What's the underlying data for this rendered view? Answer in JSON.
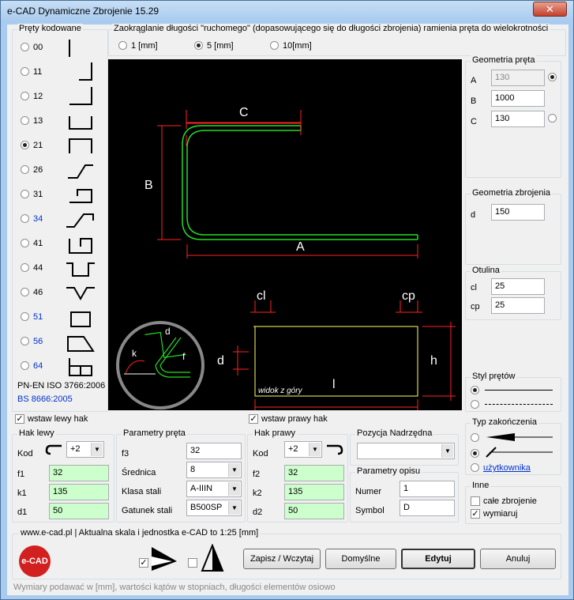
{
  "window": {
    "title": "e-CAD Dynamiczne Zbrojenie 15.29",
    "close": "✕"
  },
  "prety": {
    "title": "Pręty kodowane",
    "items": [
      {
        "code": "00",
        "sel": false,
        "blue": false
      },
      {
        "code": "11",
        "sel": false,
        "blue": false
      },
      {
        "code": "12",
        "sel": false,
        "blue": false
      },
      {
        "code": "13",
        "sel": false,
        "blue": false
      },
      {
        "code": "21",
        "sel": true,
        "blue": false
      },
      {
        "code": "26",
        "sel": false,
        "blue": false
      },
      {
        "code": "31",
        "sel": false,
        "blue": false
      },
      {
        "code": "34",
        "sel": false,
        "blue": true
      },
      {
        "code": "41",
        "sel": false,
        "blue": false
      },
      {
        "code": "44",
        "sel": false,
        "blue": false
      },
      {
        "code": "46",
        "sel": false,
        "blue": false
      },
      {
        "code": "51",
        "sel": false,
        "blue": true
      },
      {
        "code": "56",
        "sel": false,
        "blue": true
      },
      {
        "code": "64",
        "sel": false,
        "blue": true
      }
    ],
    "norm1": "PN-EN ISO 3766:2006",
    "norm2": "BS 8666:2005"
  },
  "zaokraglanie": {
    "title": "Zaokrąglanie długości \"ruchomego\" (dopasowującego się do długości zbrojenia) ramienia pręta do wielokrotności",
    "options": [
      "1 [mm]",
      "5 [mm]",
      "10[mm]"
    ],
    "selected": 1
  },
  "drawing": {
    "label_a": "A",
    "label_b": "B",
    "label_c": "C",
    "label_cl": "cl",
    "label_cp": "cp",
    "label_d": "d",
    "label_h": "h",
    "label_l": "l",
    "widok": "widok z góry",
    "detail_d": "d",
    "detail_k": "k",
    "detail_f": "f"
  },
  "geometria_preta": {
    "title": "Geometria pręta",
    "a_label": "A",
    "a_value": "130",
    "b_label": "B",
    "b_value": "1000",
    "c_label": "C",
    "c_value": "130"
  },
  "geometria_zbrojenia": {
    "title": "Geometria zbrojenia",
    "d_label": "d",
    "d_value": "150"
  },
  "otulina": {
    "title": "Otulina",
    "cl_label": "cl",
    "cl_value": "25",
    "cp_label": "cp",
    "cp_value": "25"
  },
  "styl": {
    "title": "Styl prętów"
  },
  "typ": {
    "title": "Typ zakończenia",
    "user_label": "użytkownika"
  },
  "inne": {
    "title": "Inne",
    "cale": "całe zbrojenie",
    "wymiaruj": "wymiaruj"
  },
  "hak_lewy": {
    "check": "wstaw lewy hak",
    "title": "Hak lewy",
    "kod_label": "Kod",
    "kod_value": "+2",
    "f_label": "f1",
    "f_value": "32",
    "k_label": "k1",
    "k_value": "135",
    "d_label": "d1",
    "d_value": "50"
  },
  "parametry_preta": {
    "title": "Parametry pręta",
    "f3_label": "f3",
    "f3_value": "32",
    "srednica_label": "Średnica",
    "srednica_value": "8",
    "klasa_label": "Klasa stali",
    "klasa_value": "A-IIIN",
    "gatunek_label": "Gatunek stali",
    "gatunek_value": "B500SP"
  },
  "hak_prawy": {
    "check": "wstaw prawy hak",
    "title": "Hak prawy",
    "kod_label": "Kod",
    "kod_value": "+2",
    "f_label": "f2",
    "f_value": "32",
    "k_label": "k2",
    "k_value": "135",
    "d_label": "d2",
    "d_value": "50"
  },
  "pozycja": {
    "title": "Pozycja Nadrzędna",
    "value": ""
  },
  "opis": {
    "title": "Parametry opisu",
    "numer_label": "Numer",
    "numer_value": "1",
    "symbol_label": "Symbol",
    "symbol_value": "D"
  },
  "footer": {
    "title": "www.e-cad.pl | Aktualna skala i jednostka e-CAD to 1:25 [mm]",
    "logo": "e-CAD",
    "zapisz": "Zapisz / Wczytaj",
    "domyslne": "Domyślne",
    "edytuj": "Edytuj",
    "anuluj": "Anuluj"
  },
  "status": "Wymiary podawać w [mm], wartości kątów w stopniach, długości elementów osiowo",
  "colors": {
    "bar": "#22dd22",
    "dim": "#ff2222",
    "outline": "#ffff66",
    "green_input": "#ccffcc"
  }
}
